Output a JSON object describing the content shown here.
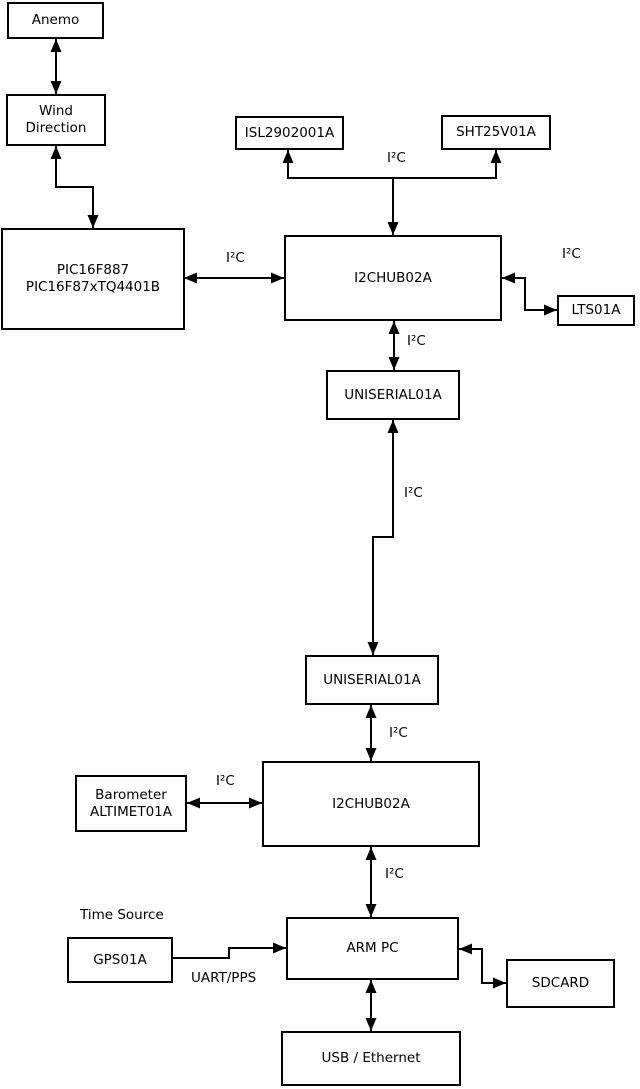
{
  "diagram": {
    "background_color": "#ffffff",
    "line_color": "#000000"
  },
  "nodes": {
    "anemo": {
      "label": "Anemo"
    },
    "wind_direction": {
      "line1": "Wind",
      "line2": "Direction"
    },
    "pic": {
      "line1": "PIC16F887",
      "line2": "PIC16F87xTQ4401B"
    },
    "isl": {
      "label": "ISL2902001A"
    },
    "sht": {
      "label": "SHT25V01A"
    },
    "hub1": {
      "label": "I2CHUB02A"
    },
    "lts": {
      "label": "LTS01A"
    },
    "uniserial1": {
      "label": "UNISERIAL01A"
    },
    "uniserial2": {
      "label": "UNISERIAL01A"
    },
    "hub2": {
      "label": "I2CHUB02A"
    },
    "barometer": {
      "line1": "Barometer",
      "line2": "ALTIMET01A"
    },
    "arm_pc": {
      "label": "ARM PC"
    },
    "gps": {
      "label": "GPS01A"
    },
    "sdcard": {
      "label": "SDCARD"
    },
    "usb_ethernet": {
      "label": "USB / Ethernet"
    }
  },
  "edge_labels": {
    "i2c": "I²C",
    "uart_pps": "UART/PPS",
    "time_source": "Time Source"
  }
}
